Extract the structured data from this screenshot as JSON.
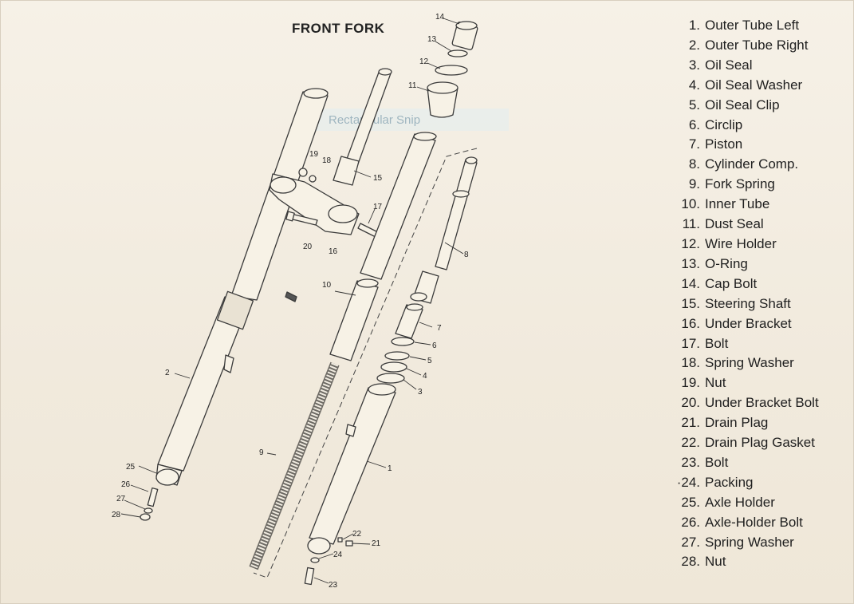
{
  "title": "FRONT FORK",
  "tooltip": "Rectangular Snip",
  "legend": [
    {
      "num": "1.",
      "name": "Outer Tube Left"
    },
    {
      "num": "2.",
      "name": "Outer Tube Right"
    },
    {
      "num": "3.",
      "name": "Oil Seal"
    },
    {
      "num": "4.",
      "name": "Oil Seal Washer"
    },
    {
      "num": "5.",
      "name": "Oil Seal Clip"
    },
    {
      "num": "6.",
      "name": "Circlip"
    },
    {
      "num": "7.",
      "name": "Piston"
    },
    {
      "num": "8.",
      "name": "Cylinder Comp."
    },
    {
      "num": "9.",
      "name": "Fork Spring"
    },
    {
      "num": "10.",
      "name": "Inner Tube"
    },
    {
      "num": "11.",
      "name": "Dust Seal"
    },
    {
      "num": "12.",
      "name": "Wire Holder"
    },
    {
      "num": "13.",
      "name": "O-Ring"
    },
    {
      "num": "14.",
      "name": "Cap Bolt"
    },
    {
      "num": "15.",
      "name": "Steering Shaft"
    },
    {
      "num": "16.",
      "name": "Under Bracket"
    },
    {
      "num": "17.",
      "name": "Bolt"
    },
    {
      "num": "18.",
      "name": "Spring Washer"
    },
    {
      "num": "19.",
      "name": "Nut"
    },
    {
      "num": "20.",
      "name": "Under Bracket Bolt"
    },
    {
      "num": "21.",
      "name": "Drain Plag"
    },
    {
      "num": "22.",
      "name": "Drain Plag Gasket"
    },
    {
      "num": "23.",
      "name": "Bolt"
    },
    {
      "num": "·24.",
      "name": "Packing"
    },
    {
      "num": "25.",
      "name": "Axle Holder"
    },
    {
      "num": "26.",
      "name": "Axle-Holder Bolt"
    },
    {
      "num": "27.",
      "name": "Spring Washer"
    },
    {
      "num": "28.",
      "name": "Nut"
    }
  ],
  "callouts": [
    "1",
    "2",
    "3",
    "4",
    "5",
    "6",
    "7",
    "8",
    "9",
    "10",
    "11",
    "12",
    "13",
    "14",
    "15",
    "16",
    "17",
    "18",
    "19",
    "20",
    "21",
    "22",
    "23",
    "24",
    "25",
    "26",
    "27",
    "28"
  ]
}
